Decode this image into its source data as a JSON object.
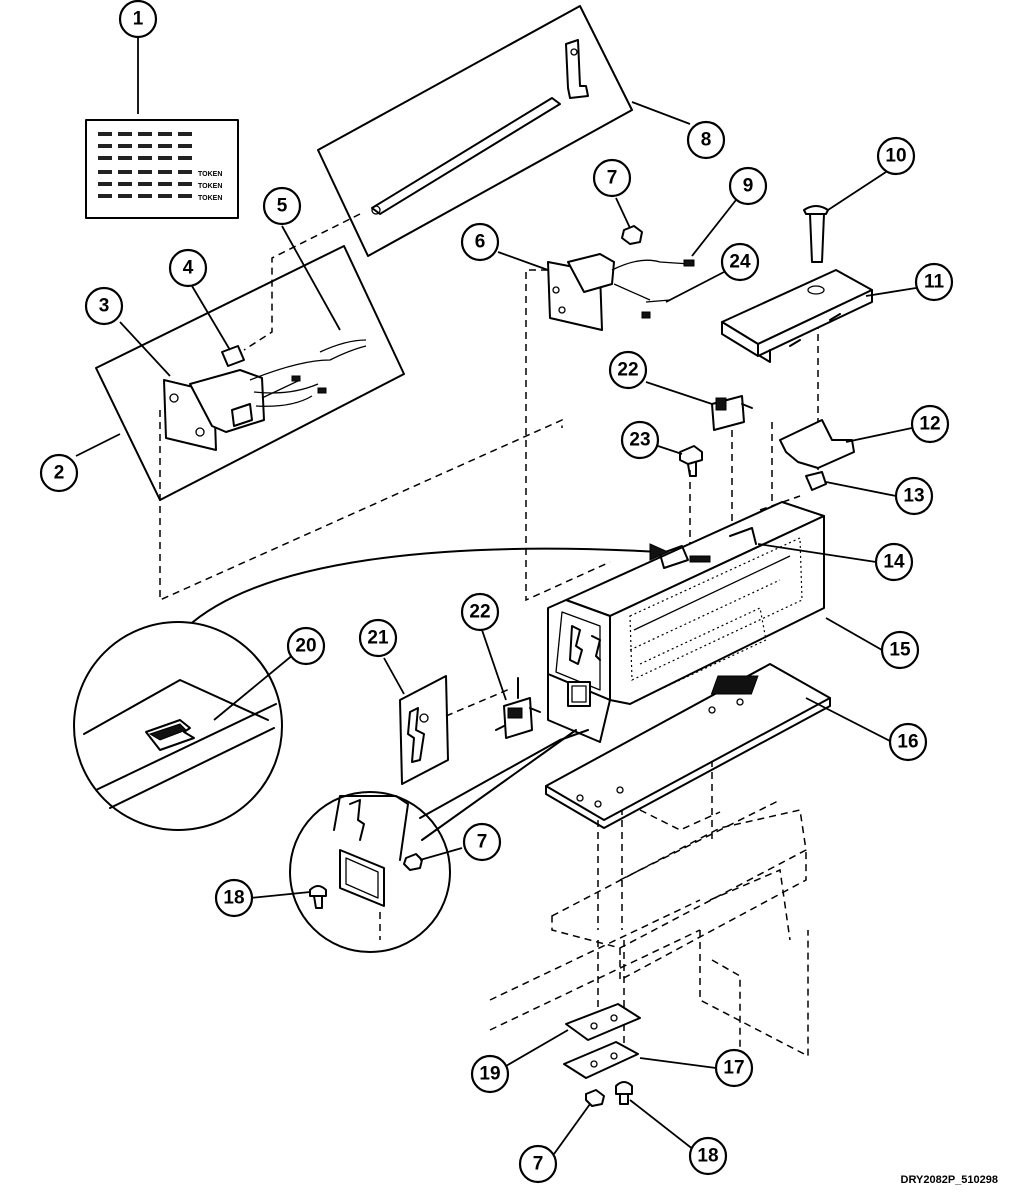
{
  "callouts": [
    {
      "label": "1"
    },
    {
      "label": "2"
    },
    {
      "label": "3"
    },
    {
      "label": "4"
    },
    {
      "label": "5"
    },
    {
      "label": "6"
    },
    {
      "label": "7"
    },
    {
      "label": "8"
    },
    {
      "label": "9"
    },
    {
      "label": "10"
    },
    {
      "label": "11"
    },
    {
      "label": "22"
    },
    {
      "label": "24"
    },
    {
      "label": "23"
    },
    {
      "label": "12"
    },
    {
      "label": "13"
    },
    {
      "label": "14"
    },
    {
      "label": "15"
    },
    {
      "label": "16"
    },
    {
      "label": "20"
    },
    {
      "label": "21"
    },
    {
      "label": "22"
    },
    {
      "label": "7"
    },
    {
      "label": "18"
    },
    {
      "label": "19"
    },
    {
      "label": "17"
    },
    {
      "label": "7"
    },
    {
      "label": "18"
    }
  ],
  "decal": {
    "token_text": "TOKEN"
  },
  "drawing_id": "DRY2082P_510298"
}
